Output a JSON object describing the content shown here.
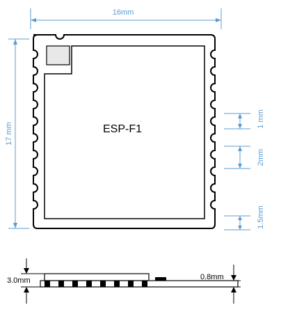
{
  "module": {
    "name": "ESP-F1"
  },
  "dimensions": {
    "width": "16mm",
    "height": "17 mm",
    "pad_width": "1 mm",
    "pad_pitch": "2mm",
    "edge_offset": "1.5mm"
  },
  "side_view": {
    "total_height": "3.0mm",
    "board_thickness": "0.8mm"
  },
  "colors": {
    "dimension": "#5b9bd5",
    "outline": "#000000"
  }
}
